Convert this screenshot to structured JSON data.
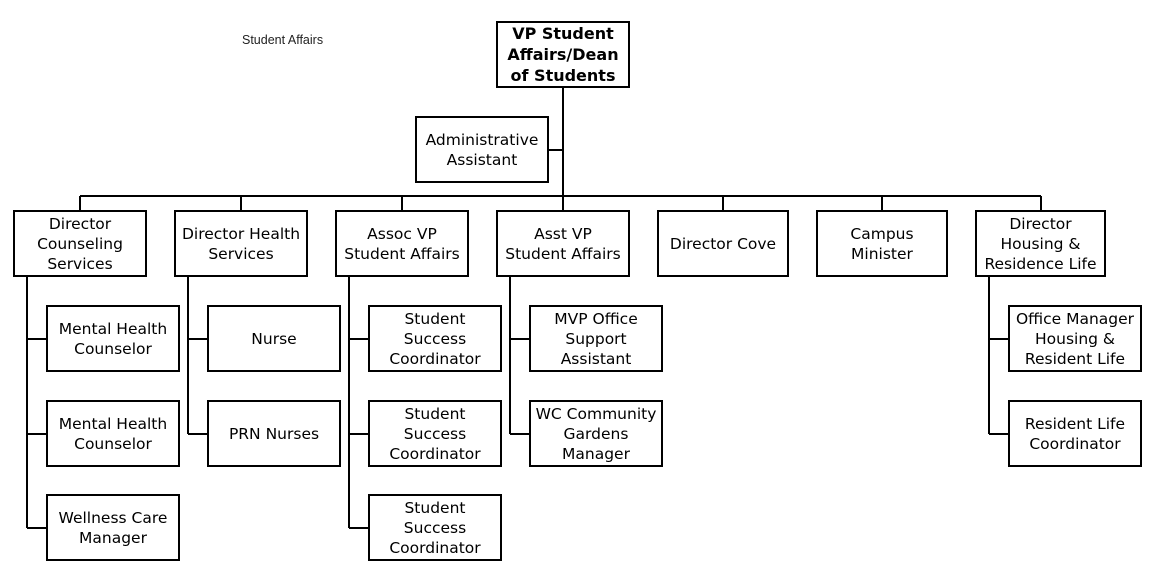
{
  "caption": "Student Affairs",
  "root": {
    "id": "vp",
    "label": "VP Student\nAffairs/Dean\nof Students"
  },
  "assistant": {
    "id": "admin",
    "label": "Administrative\nAssistant"
  },
  "directors": [
    {
      "id": "d1",
      "label": "Director\nCounseling\nServices",
      "children": [
        "Mental Health\nCounselor",
        "Mental Health\nCounselor",
        "Wellness Care\nManager"
      ]
    },
    {
      "id": "d2",
      "label": "Director Health\nServices",
      "children": [
        "Nurse",
        "PRN Nurses"
      ]
    },
    {
      "id": "d3",
      "label": "Assoc VP\nStudent Affairs",
      "children": [
        "Student\nSuccess\nCoordinator",
        "Student\nSuccess\nCoordinator",
        "Student\nSuccess\nCoordinator"
      ]
    },
    {
      "id": "d4",
      "label": "Asst VP\nStudent Affairs",
      "children": [
        "MVP Office\nSupport\nAssistant",
        "WC Community\nGardens\nManager"
      ]
    },
    {
      "id": "d5",
      "label": "Director Cove",
      "children": []
    },
    {
      "id": "d6",
      "label": "Campus\nMinister",
      "children": []
    },
    {
      "id": "d7",
      "label": "Director\nHousing &\nResidence Life",
      "children": [
        "Office Manager\nHousing &\nResident Life",
        "Resident Life\nCoordinator"
      ]
    }
  ]
}
